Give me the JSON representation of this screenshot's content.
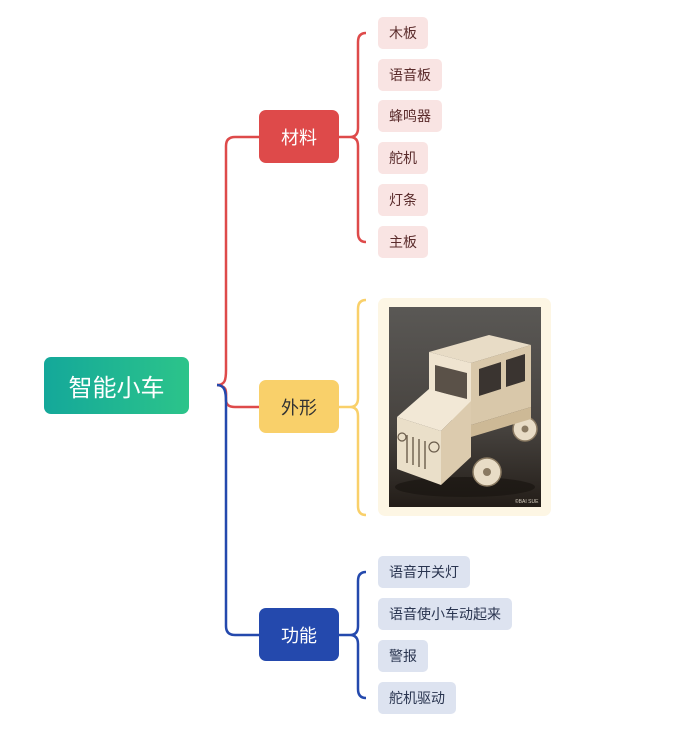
{
  "root": {
    "label": "智能小车"
  },
  "branches": {
    "materials": {
      "label": "材料",
      "color": "#de4a4a",
      "items": [
        "木板",
        "语音板",
        "蜂鸣器",
        "舵机",
        "灯条",
        "主板"
      ]
    },
    "appearance": {
      "label": "外形",
      "color": "#f9d06a",
      "image": {
        "subject": "wooden-jeep-model",
        "watermark": "©BAI SUE"
      }
    },
    "functions": {
      "label": "功能",
      "color": "#2449ad",
      "items": [
        "语音开关灯",
        "语音使小车动起来",
        "警报",
        "舵机驱动"
      ]
    }
  }
}
